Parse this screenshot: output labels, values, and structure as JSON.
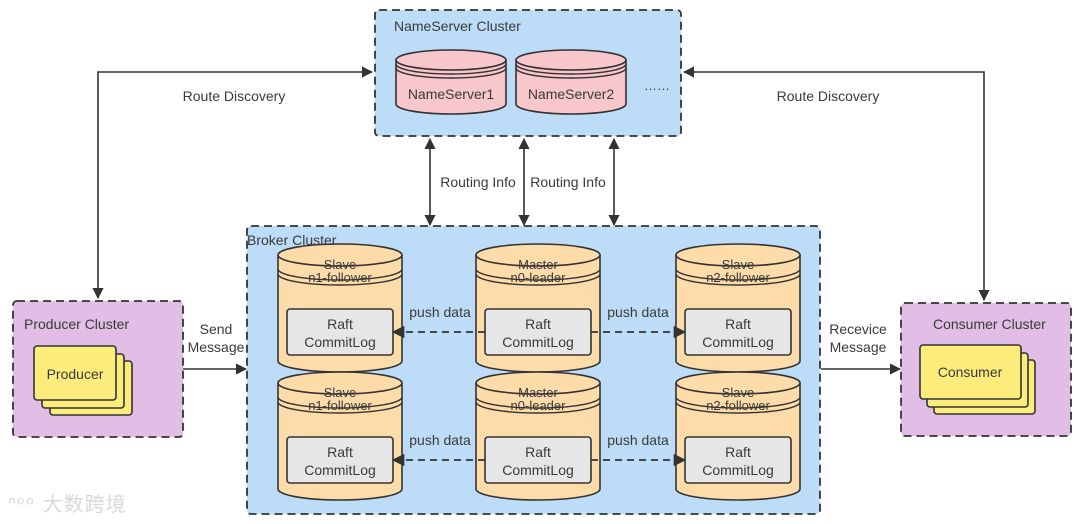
{
  "title": "RocketMQ DLedger Architecture",
  "colors": {
    "cluster_blue": "#bcdcf7",
    "cluster_purple": "#e2bde6",
    "nameserver_pink": "#f8c7cc",
    "broker_orange": "#fddcaa",
    "commitlog_gray": "#e6e6e6",
    "client_yellow": "#fbec7c",
    "stroke": "#333333"
  },
  "nameserver_cluster": {
    "label": "NameServer Cluster",
    "servers": [
      "NameServer1",
      "NameServer2"
    ],
    "ellipsis": "……"
  },
  "broker_cluster": {
    "label": "Broker Cluster",
    "groups": [
      {
        "nodes": [
          {
            "role": "Slave",
            "id": "n1-follower",
            "log_line1": "Raft",
            "log_line2": "CommitLog"
          },
          {
            "role": "Master",
            "id": "n0-leader",
            "log_line1": "Raft",
            "log_line2": "CommitLog"
          },
          {
            "role": "Slave",
            "id": "n2-follower",
            "log_line1": "Raft",
            "log_line2": "CommitLog"
          }
        ],
        "push_labels": [
          "push data",
          "push data"
        ]
      },
      {
        "nodes": [
          {
            "role": "Slave",
            "id": "n1-follower",
            "log_line1": "Raft",
            "log_line2": "CommitLog"
          },
          {
            "role": "Master",
            "id": "n0-leader",
            "log_line1": "Raft",
            "log_line2": "CommitLog"
          },
          {
            "role": "Slave",
            "id": "n2-follower",
            "log_line1": "Raft",
            "log_line2": "CommitLog"
          }
        ],
        "push_labels": [
          "push data",
          "push data"
        ]
      }
    ]
  },
  "producer_cluster": {
    "label": "Producer Cluster",
    "client": "Producer"
  },
  "consumer_cluster": {
    "label": "Consumer Cluster",
    "client": "Consumer"
  },
  "edges": {
    "route_discovery_left": "Route Discovery",
    "route_discovery_right": "Route Discovery",
    "routing_info": [
      "Routing Info",
      "Routing Info"
    ],
    "send_line1": "Send",
    "send_line2": "Message",
    "receive_line1": "Recevice",
    "receive_line2": "Message"
  },
  "watermark": "大数跨境"
}
